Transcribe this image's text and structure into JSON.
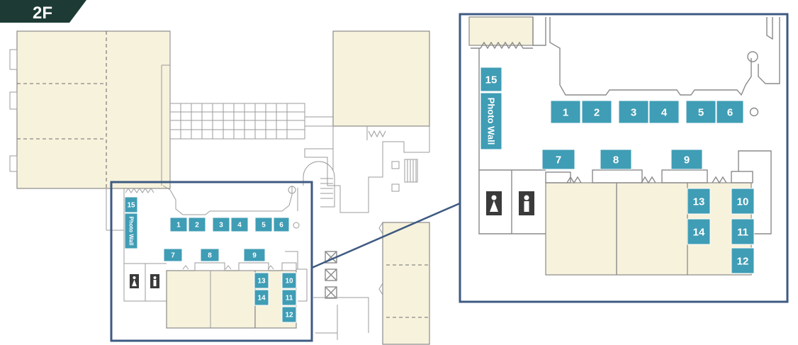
{
  "floor_label": "2F",
  "booths": [
    {
      "id": "1",
      "label": "1"
    },
    {
      "id": "2",
      "label": "2"
    },
    {
      "id": "3",
      "label": "3"
    },
    {
      "id": "4",
      "label": "4"
    },
    {
      "id": "5",
      "label": "5"
    },
    {
      "id": "6",
      "label": "6"
    },
    {
      "id": "7",
      "label": "7"
    },
    {
      "id": "8",
      "label": "8"
    },
    {
      "id": "9",
      "label": "9"
    },
    {
      "id": "10",
      "label": "10"
    },
    {
      "id": "11",
      "label": "11"
    },
    {
      "id": "12",
      "label": "12"
    },
    {
      "id": "13",
      "label": "13"
    },
    {
      "id": "14",
      "label": "14"
    },
    {
      "id": "15",
      "label": "15"
    }
  ],
  "photo_wall_label": "Photo Wall",
  "restroom_icons": [
    "female-restroom-icon",
    "male-restroom-icon"
  ],
  "colors": {
    "booth": "#3f9db5",
    "room_fill": "#f7f2dc",
    "walls": "#8a8a8a",
    "highlight_frame": "#3e5a82",
    "floor_tag": "#1d3b34"
  }
}
